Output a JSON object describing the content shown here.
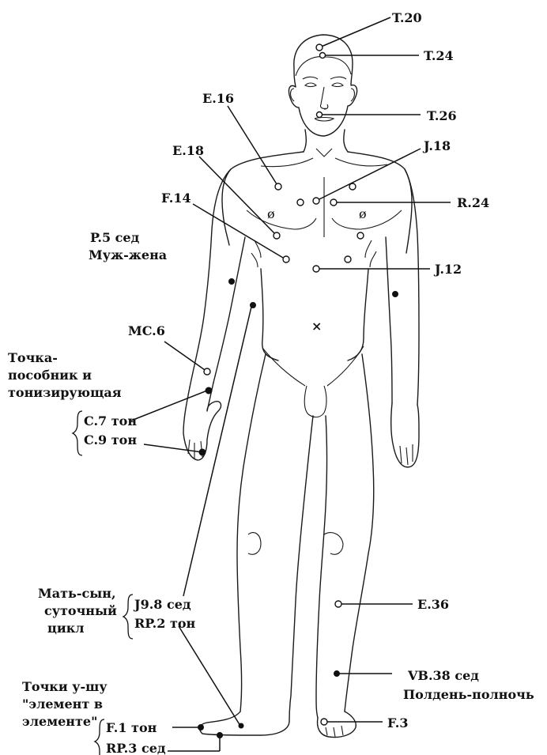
{
  "labels": {
    "t20": "T.20",
    "t24": "T.24",
    "t26": "T.26",
    "e16": "E.16",
    "e18": "E.18",
    "j18": "J.18",
    "r24": "R.24",
    "f14": "F.14",
    "p5": "P.5 сед",
    "p5b": "Муж-жена",
    "j12": "J.12",
    "mc6": "MC.6",
    "aux1": "Точка-",
    "aux2": "пособник и",
    "aux3": "тонизирующая",
    "c7": "C.7 тон",
    "c9": "C.9 тон",
    "mother1": "Мать-сын,",
    "mother2": "суточный",
    "mother3": "цикл",
    "j98": "J9.8 сед",
    "rp2": "RP.2 тон",
    "e36": "E.36",
    "vb38": "VB.38 сед",
    "vb38b": "Полдень-полночь",
    "wushu1": "Точки у-шу",
    "wushu2": "\"элемент в",
    "wushu3": "элементе\"",
    "f1": "F.1 тон",
    "rp3": "RP.3 сед",
    "f3": "F.3"
  }
}
